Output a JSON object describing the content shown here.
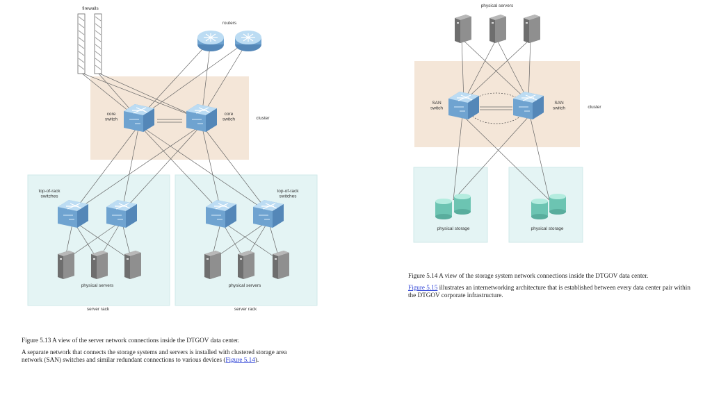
{
  "left_figure": {
    "labels": {
      "firewalls": "firewalls",
      "routers": "routers",
      "core_switch": "core\nswitch",
      "cluster": "cluster",
      "tor_switches": "top-of-rack\nswitches",
      "physical_servers": "physical servers",
      "server_rack": "server rack"
    },
    "caption": "Figure 5.13 A view of the server network connections inside the DTGOV data center.",
    "body_text": "A separate network that connects the storage systems and servers is installed with clustered storage area network (SAN) switches and similar redundant connections to various devices",
    "link_open": "(",
    "link_text": "Figure 5.14",
    "link_close": ")."
  },
  "right_figure": {
    "labels": {
      "physical_servers": "physical servers",
      "san_switch": "SAN\nswitch",
      "cluster": "cluster",
      "physical_storage": "physical storage"
    },
    "caption": "Figure 5.14 A view of the storage system network connections inside the DTGOV data center.",
    "link_text": "Figure 5.15",
    "body_text": " illustrates an internetworking architecture that is established between every data center pair within the DTGOV corporate infrastructure."
  },
  "colors": {
    "cluster_box": "#f4e6d8",
    "rack_box": "#e4f4f4",
    "switch": "#7fb3dc",
    "server": "#8a8a8a",
    "storage": "#8fd6c8",
    "link": "#2a3fd6"
  }
}
